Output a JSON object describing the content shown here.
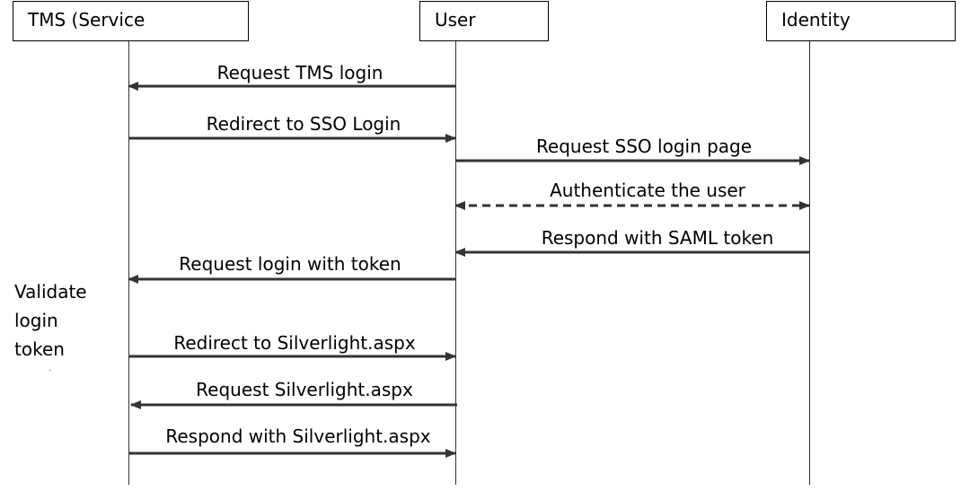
{
  "participants": [
    {
      "key": "service",
      "label": "TMS (Service"
    },
    {
      "key": "user",
      "label": "User"
    },
    {
      "key": "identity",
      "label": "Identity"
    }
  ],
  "messages": [
    {
      "from": "user",
      "to": "service",
      "label": "Request TMS login",
      "style": "solid"
    },
    {
      "from": "service",
      "to": "user",
      "label": "Redirect to SSO Login",
      "style": "solid"
    },
    {
      "from": "user",
      "to": "identity",
      "label": "Request SSO login page",
      "style": "solid"
    },
    {
      "from": "user",
      "to": "identity",
      "label": "Authenticate the user",
      "style": "dashed-bidirectional"
    },
    {
      "from": "identity",
      "to": "user",
      "label": "Respond with SAML token",
      "style": "solid"
    },
    {
      "from": "user",
      "to": "service",
      "label": "Request login with token",
      "style": "solid"
    },
    {
      "from": "service",
      "to": "user",
      "label": "Redirect to Silverlight.aspx",
      "style": "solid"
    },
    {
      "from": "user",
      "to": "service",
      "label": "Request Silverlight.aspx",
      "style": "solid"
    },
    {
      "from": "service",
      "to": "user",
      "label": "Respond with Silverlight.aspx",
      "style": "solid"
    }
  ],
  "note": {
    "lines": [
      "Validate",
      "login",
      "token",
      "against"
    ]
  },
  "colors": {
    "line": "#333333",
    "text": "#000000",
    "background": "#ffffff"
  }
}
